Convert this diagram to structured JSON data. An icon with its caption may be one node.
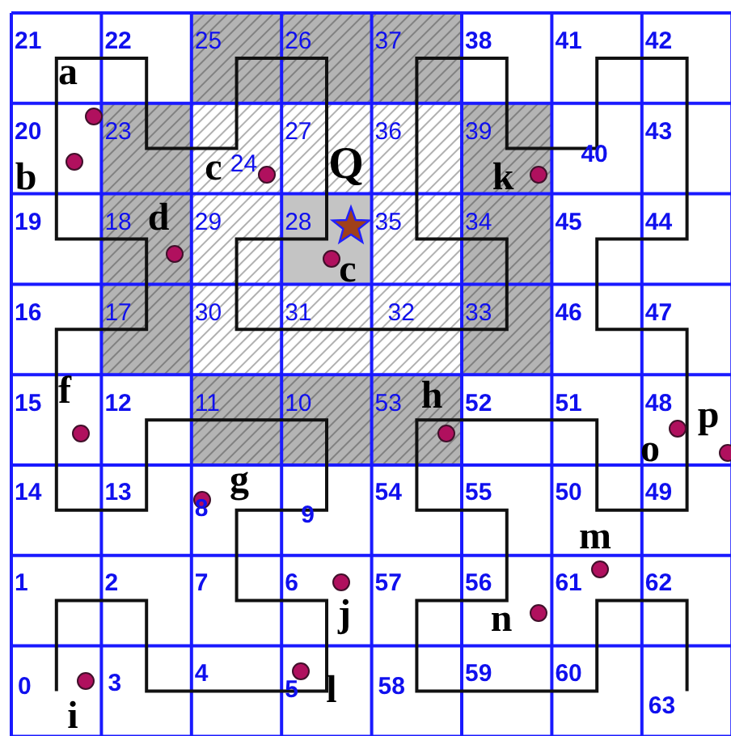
{
  "diagram": {
    "labels": [
      "21",
      "22",
      "25",
      "26",
      "37",
      "38",
      "41",
      "42",
      "20",
      "23",
      "24",
      "27",
      "36",
      "39",
      "40",
      "43",
      "19",
      "18",
      "29",
      "28",
      "35",
      "34",
      "45",
      "44",
      "16",
      "17",
      "30",
      "31",
      "32",
      "33",
      "46",
      "47",
      "15",
      "12",
      "11",
      "10",
      "53",
      "52",
      "51",
      "48",
      "14",
      "13",
      "8",
      "9",
      "54",
      "55",
      "50",
      "49",
      "1",
      "2",
      "7",
      "6",
      "57",
      "56",
      "61",
      "62",
      "0",
      "3",
      "4",
      "5",
      "58",
      "59",
      "60",
      "63",
      "a",
      "b",
      "c",
      "Q",
      "k",
      "d",
      "c",
      "f",
      "h",
      "o",
      "p",
      "g",
      "m",
      "j",
      "n",
      "i",
      "l"
    ]
  }
}
